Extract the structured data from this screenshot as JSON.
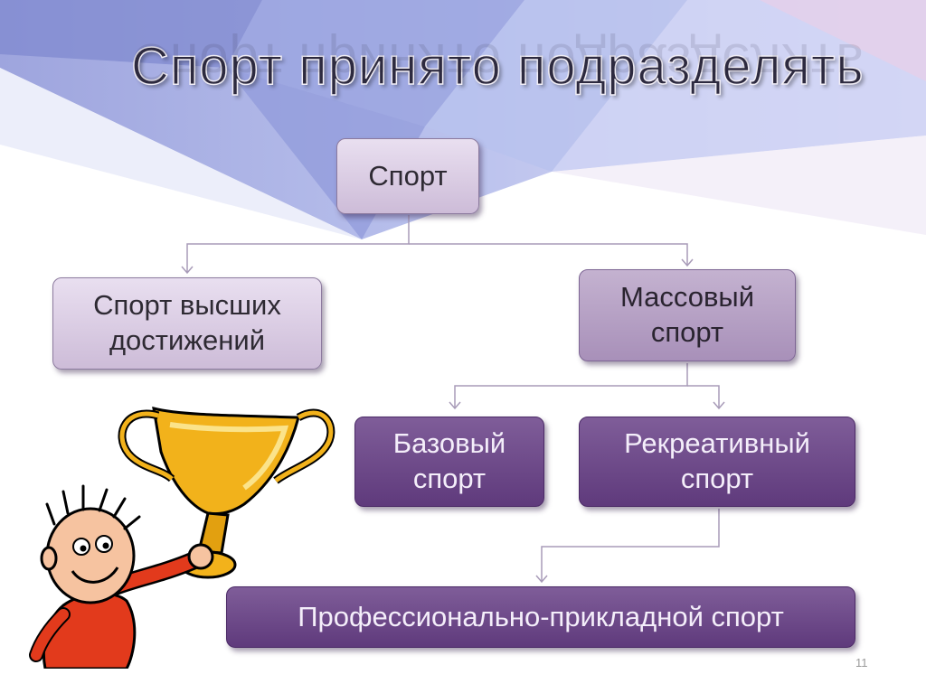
{
  "title": "Спорт принято подразделять",
  "nodes": {
    "root": "Спорт",
    "elite_line1": "Спорт высших",
    "elite_line2": "достижений",
    "mass_line1": "Массовый",
    "mass_line2": "спорт",
    "base_line1": "Базовый",
    "base_line2": "спорт",
    "recreation_line1": "Рекреативный",
    "recreation_line2": "спорт",
    "professional": "Профессионально-прикладной спорт"
  },
  "page_number": "11",
  "clipart": "boy-holding-trophy-illustration",
  "colors": {
    "light_node": "#d9cbe2",
    "mid_node": "#b49fc4",
    "dark_node": "#6b4787",
    "connector": "#a89bb8"
  }
}
